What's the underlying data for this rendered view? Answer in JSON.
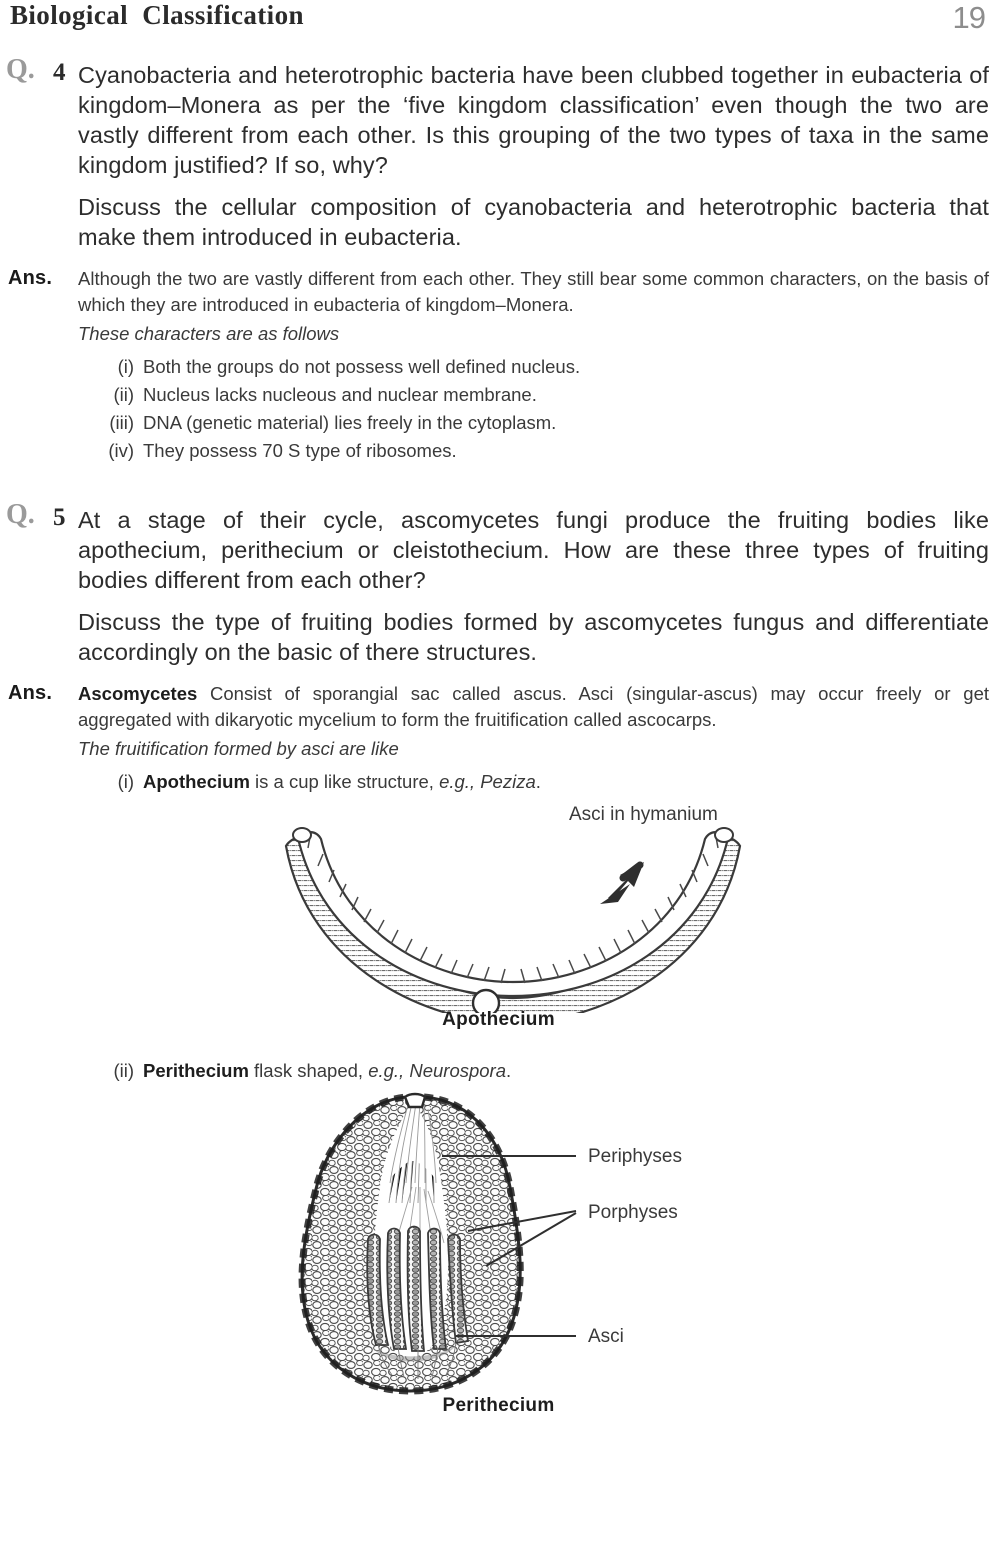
{
  "header": {
    "title": "Biological  Classification",
    "page_number": "19"
  },
  "questions": [
    {
      "marker": "Q.",
      "number": "4",
      "text": "Cyanobacteria and heterotrophic bacteria have been clubbed together in eubacteria of kingdom–Monera as per the ‘five kingdom classification’ even though the two are vastly different from each other. Is this grouping of the two types of taxa in the same kingdom justified? If so, why?",
      "subtext": "Discuss the cellular composition of cyanobacteria and heterotrophic bacteria that make them introduced in eubacteria.",
      "answer": {
        "marker": "Ans.",
        "lead_bold": "",
        "text": "Although the two are vastly different from each other. They still bear some common characters, on the basis of which they are introduced in eubacteria of kingdom–Monera.",
        "italic_line": "These characters are as follows",
        "items": [
          {
            "mark": "(i)",
            "text": "Both the groups do not possess well defined nucleus."
          },
          {
            "mark": "(ii)",
            "text": "Nucleus lacks nucleous and nuclear membrane."
          },
          {
            "mark": "(iii)",
            "text": "DNA (genetic material) lies freely in the cytoplasm."
          },
          {
            "mark": "(iv)",
            "text": "They possess 70 S type of ribosomes."
          }
        ]
      }
    },
    {
      "marker": "Q.",
      "number": "5",
      "text": "At a stage of their cycle, ascomycetes fungi produce the fruiting bodies like apothecium, perithecium or cleistothecium. How are these three types of fruiting bodies different from each other?",
      "subtext": "Discuss the type of fruiting bodies formed by ascomycetes fungus and differentiate accordingly on the basic of there structures.",
      "answer": {
        "marker": "Ans.",
        "lead_bold": "Ascomycetes",
        "text": "Consist of sporangial sac called ascus. Asci (singular-ascus) may occur freely or get aggregated with dikaryotic mycelium to form the fruitification called ascocarps.",
        "italic_line": "The fruitification formed by asci are like",
        "items": [
          {
            "mark": "(i)",
            "bold": "Apothecium",
            "rest": " is a cup like structure, ",
            "ital_lead": "e.g., ",
            "ital": "Peziza",
            "tail": "."
          },
          {
            "mark": "(ii)",
            "bold": "Perithecium",
            "rest": " flask shaped, ",
            "ital_lead": "e.g., ",
            "ital": "Neurospora",
            "tail": "."
          }
        ]
      }
    }
  ],
  "figures": {
    "apothecium": {
      "caption": "Apothecium",
      "callout": "Asci in hymanium"
    },
    "perithecium": {
      "caption": "Perithecium",
      "labels": [
        "Periphyses",
        "Porphyses",
        "Asci"
      ]
    }
  },
  "colors": {
    "ink": "#2d2d2d",
    "muted_ink": "#3a3a3a",
    "q_marker": "#9a9a9a",
    "page_number": "#8d8d8d",
    "stipple": "#6d6d6d"
  }
}
